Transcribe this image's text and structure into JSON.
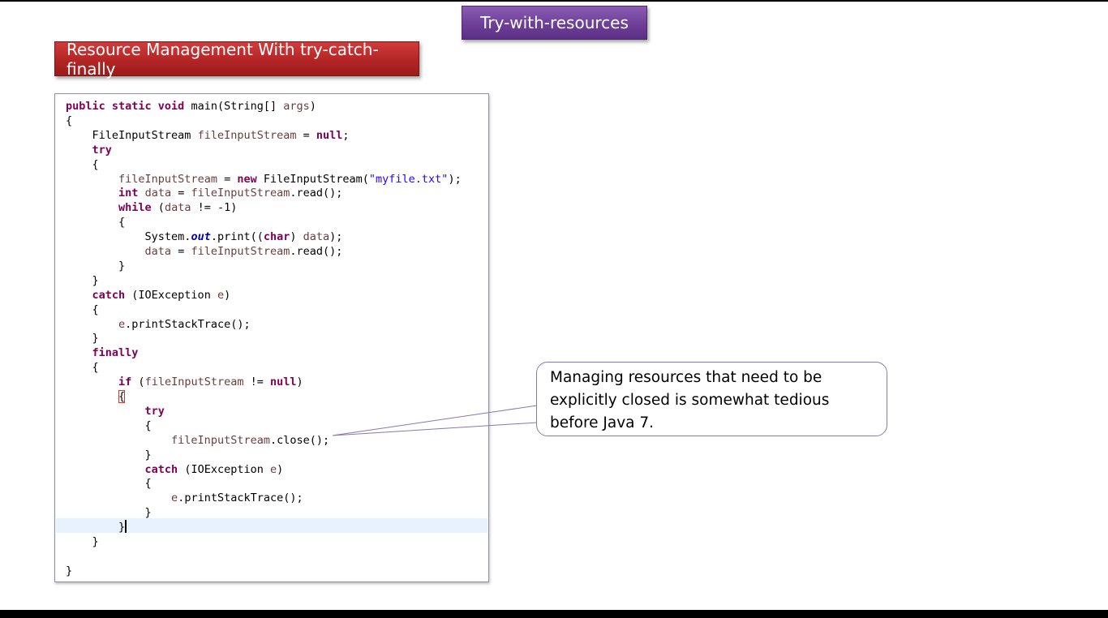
{
  "slide": {
    "title": "Try-with-resources",
    "section_title": "Resource Management With try-catch-finally",
    "callout_text": "Managing resources that need to be explicitly closed is somewhat tedious before Java 7."
  },
  "code": {
    "lines": [
      [
        {
          "t": "public static void",
          "c": "kw"
        },
        {
          "t": " main(String[] ",
          "c": "plain"
        },
        {
          "t": "args",
          "c": "var"
        },
        {
          "t": ")",
          "c": "plain"
        }
      ],
      [
        {
          "t": "{",
          "c": "plain"
        }
      ],
      [
        {
          "t": "    FileInputStream ",
          "c": "plain"
        },
        {
          "t": "fileInputStream",
          "c": "var"
        },
        {
          "t": " = ",
          "c": "plain"
        },
        {
          "t": "null",
          "c": "kw"
        },
        {
          "t": ";",
          "c": "plain"
        }
      ],
      [
        {
          "t": "    ",
          "c": "plain"
        },
        {
          "t": "try",
          "c": "kw"
        }
      ],
      [
        {
          "t": "    {",
          "c": "plain"
        }
      ],
      [
        {
          "t": "        ",
          "c": "plain"
        },
        {
          "t": "fileInputStream",
          "c": "var"
        },
        {
          "t": " = ",
          "c": "plain"
        },
        {
          "t": "new",
          "c": "kw"
        },
        {
          "t": " FileInputStream(",
          "c": "plain"
        },
        {
          "t": "\"myfile.txt\"",
          "c": "str"
        },
        {
          "t": ");",
          "c": "plain"
        }
      ],
      [
        {
          "t": "        ",
          "c": "plain"
        },
        {
          "t": "int",
          "c": "kw"
        },
        {
          "t": " ",
          "c": "plain"
        },
        {
          "t": "data",
          "c": "var"
        },
        {
          "t": " = ",
          "c": "plain"
        },
        {
          "t": "fileInputStream",
          "c": "var"
        },
        {
          "t": ".read();",
          "c": "plain"
        }
      ],
      [
        {
          "t": "        ",
          "c": "plain"
        },
        {
          "t": "while",
          "c": "kw"
        },
        {
          "t": " (",
          "c": "plain"
        },
        {
          "t": "data",
          "c": "var"
        },
        {
          "t": " != -1)",
          "c": "plain"
        }
      ],
      [
        {
          "t": "        {",
          "c": "plain"
        }
      ],
      [
        {
          "t": "            System.",
          "c": "plain"
        },
        {
          "t": "out",
          "c": "field"
        },
        {
          "t": ".print((",
          "c": "plain"
        },
        {
          "t": "char",
          "c": "kw"
        },
        {
          "t": ") ",
          "c": "plain"
        },
        {
          "t": "data",
          "c": "var"
        },
        {
          "t": ");",
          "c": "plain"
        }
      ],
      [
        {
          "t": "            ",
          "c": "plain"
        },
        {
          "t": "data",
          "c": "var"
        },
        {
          "t": " = ",
          "c": "plain"
        },
        {
          "t": "fileInputStream",
          "c": "var"
        },
        {
          "t": ".read();",
          "c": "plain"
        }
      ],
      [
        {
          "t": "        }",
          "c": "plain"
        }
      ],
      [
        {
          "t": "    }",
          "c": "plain"
        }
      ],
      [
        {
          "t": "    ",
          "c": "plain"
        },
        {
          "t": "catch",
          "c": "kw"
        },
        {
          "t": " (IOException ",
          "c": "plain"
        },
        {
          "t": "e",
          "c": "var"
        },
        {
          "t": ")",
          "c": "plain"
        }
      ],
      [
        {
          "t": "    {",
          "c": "plain"
        }
      ],
      [
        {
          "t": "        ",
          "c": "plain"
        },
        {
          "t": "e",
          "c": "var"
        },
        {
          "t": ".printStackTrace();",
          "c": "plain"
        }
      ],
      [
        {
          "t": "    }",
          "c": "plain"
        }
      ],
      [
        {
          "t": "    ",
          "c": "plain"
        },
        {
          "t": "finally",
          "c": "kw"
        }
      ],
      [
        {
          "t": "    {",
          "c": "plain"
        }
      ],
      [
        {
          "t": "        ",
          "c": "plain"
        },
        {
          "t": "if",
          "c": "kw"
        },
        {
          "t": " (",
          "c": "plain"
        },
        {
          "t": "fileInputStream",
          "c": "var"
        },
        {
          "t": " != ",
          "c": "plain"
        },
        {
          "t": "null",
          "c": "kw"
        },
        {
          "t": ")",
          "c": "plain"
        }
      ],
      [
        {
          "t": "        ",
          "c": "plain"
        },
        {
          "t": "{",
          "c": "plain",
          "mark": true
        }
      ],
      [
        {
          "t": "            ",
          "c": "plain"
        },
        {
          "t": "try",
          "c": "kw"
        }
      ],
      [
        {
          "t": "            {",
          "c": "plain"
        }
      ],
      [
        {
          "t": "                ",
          "c": "plain"
        },
        {
          "t": "fileInputStream",
          "c": "var"
        },
        {
          "t": ".close();",
          "c": "plain"
        }
      ],
      [
        {
          "t": "            }",
          "c": "plain"
        }
      ],
      [
        {
          "t": "            ",
          "c": "plain"
        },
        {
          "t": "catch",
          "c": "kw"
        },
        {
          "t": " (IOException ",
          "c": "plain"
        },
        {
          "t": "e",
          "c": "var"
        },
        {
          "t": ")",
          "c": "plain"
        }
      ],
      [
        {
          "t": "            {",
          "c": "plain"
        }
      ],
      [
        {
          "t": "                ",
          "c": "plain"
        },
        {
          "t": "e",
          "c": "var"
        },
        {
          "t": ".printStackTrace();",
          "c": "plain"
        }
      ],
      [
        {
          "t": "            }",
          "c": "plain"
        }
      ],
      [
        {
          "t": "        }",
          "c": "plain",
          "caret": true
        }
      ],
      [
        {
          "t": "    }",
          "c": "plain"
        }
      ],
      [
        {
          "t": "",
          "c": "plain"
        }
      ],
      [
        {
          "t": "}",
          "c": "plain"
        }
      ]
    ]
  },
  "colors": {
    "keyword": "#7f0055",
    "string": "#2a00ff",
    "variable": "#6a3e3e",
    "static_field": "#0000c0",
    "title_banner": "#6d3f98",
    "section_banner": "#b42525",
    "callout_border": "#8878b0"
  }
}
